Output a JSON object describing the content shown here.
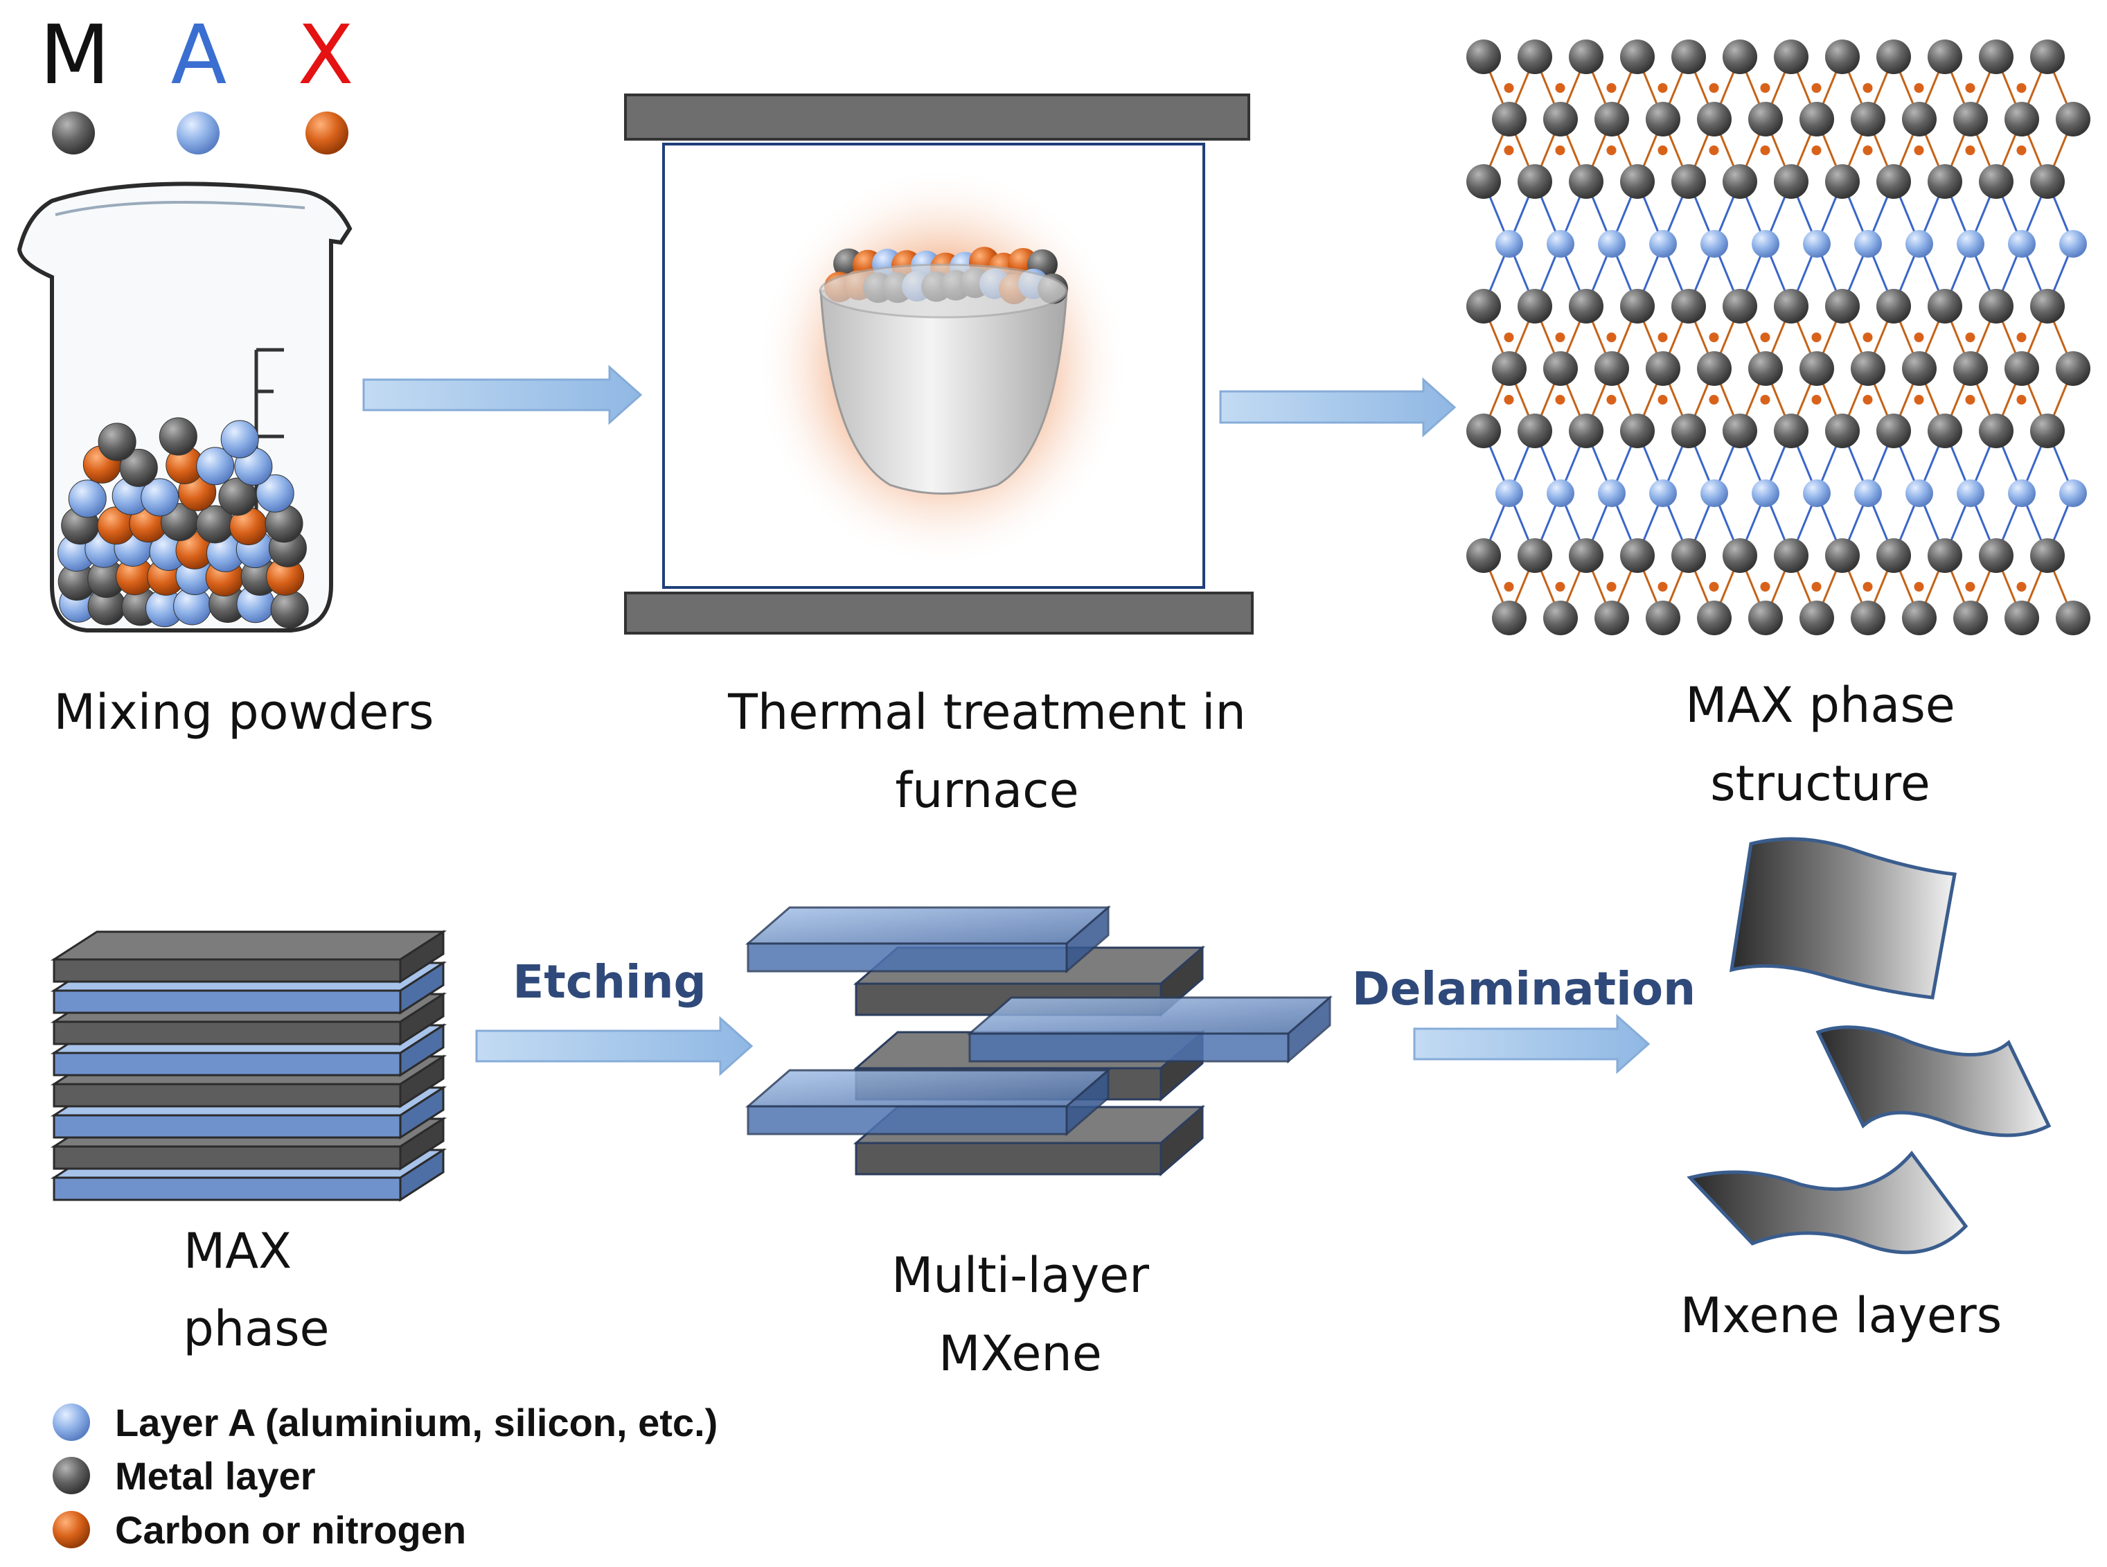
{
  "header": {
    "m": "M",
    "a": "A",
    "x": "X"
  },
  "colors": {
    "metal": "#5f5f5f",
    "a_layer": "#8fb2e8",
    "carbon": "#d9621a",
    "m_letter": "#111111",
    "a_letter": "#3a6fd1",
    "x_letter": "#e41212",
    "arrow": "#a9c9ec",
    "step_text": "#2f4a7a"
  },
  "labels": {
    "mixing": "Mixing powders",
    "thermal_line1": "Thermal treatment in",
    "thermal_line2": "furnace",
    "max_structure_line1": "MAX phase",
    "max_structure_line2": "structure",
    "max_phase_line1": "MAX",
    "max_phase_line2": "phase",
    "multilayer_line1": "Multi-layer",
    "multilayer_line2": "MXene",
    "mxene_layers": "Mxene layers"
  },
  "steps": {
    "etching": "Etching",
    "delamination": "Delamination"
  },
  "legend": [
    {
      "label": "Layer A (aluminium, silicon, etc.)",
      "color": "#8fb2e8"
    },
    {
      "label": "Metal layer",
      "color": "#5f5f5f"
    },
    {
      "label": "Carbon or nitrogen",
      "color": "#d9621a"
    }
  ]
}
